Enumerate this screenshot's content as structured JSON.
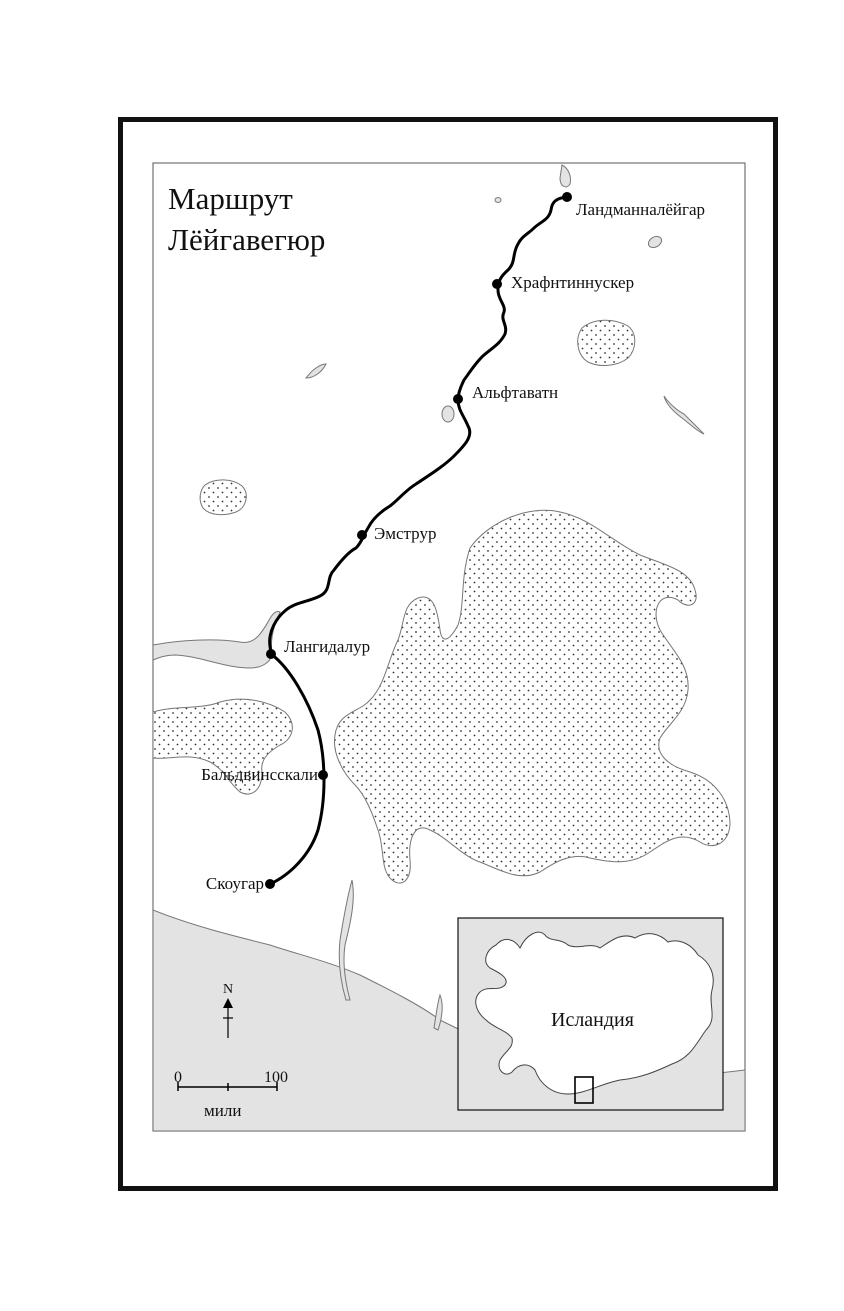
{
  "map": {
    "title_line1": "Маршрут",
    "title_line2": "Лёйгавегюр",
    "stops": [
      {
        "name": "Ландманналёйгар"
      },
      {
        "name": "Храфнтиннускер"
      },
      {
        "name": "Альфтаватн"
      },
      {
        "name": "Эмструр"
      },
      {
        "name": "Лангидалур"
      },
      {
        "name": "Бальдвинсскали"
      },
      {
        "name": "Скоугар"
      }
    ],
    "north_label": "N",
    "scale": {
      "start": "0",
      "end": "100",
      "unit": "мили"
    },
    "inset_label": "Исландия"
  },
  "colors": {
    "frame": "#111111",
    "water": "#e3e3e3",
    "land": "#ffffff",
    "route": "#000000",
    "glacier_dots": "#333333"
  }
}
